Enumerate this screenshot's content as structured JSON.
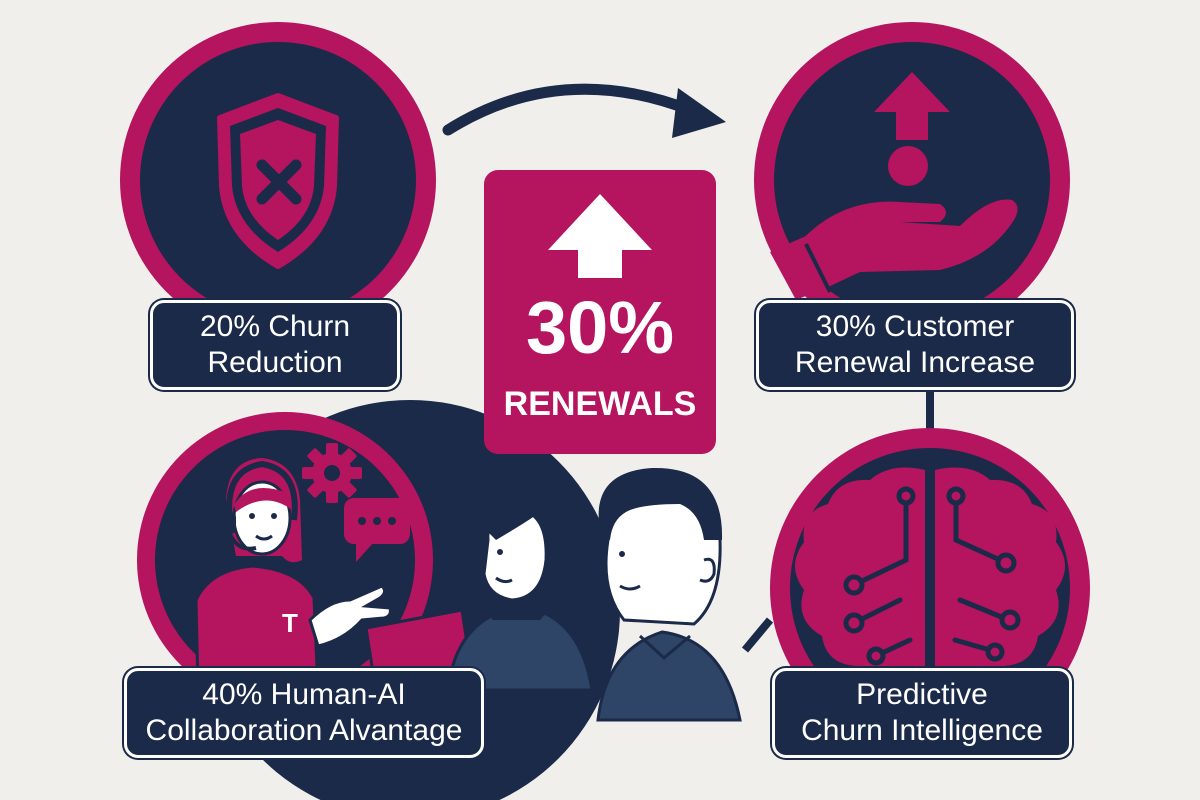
{
  "colors": {
    "magenta": "#b5145e",
    "navy": "#1b2a48",
    "background": "#f1efec",
    "white": "#ffffff"
  },
  "center_card": {
    "percent": "30%",
    "label": "RENEWALS",
    "icon": "up-arrow-icon"
  },
  "panels": {
    "churn_reduction": {
      "icon": "shield-x-icon",
      "line1": "20% Churn",
      "line2": "Reduction"
    },
    "customer_renewal": {
      "icon": "hand-up-arrow-icon",
      "line1": "30% Customer",
      "line2": "Renewal Increase"
    },
    "human_ai": {
      "icon": "support-agent-icon",
      "badge_text": "T",
      "line1": "40% Human-AI",
      "line2": "Collaboration Alvantage"
    },
    "predictive": {
      "icon": "brain-circuit-icon",
      "line1": "Predictive",
      "line2": "Churn Intelligence"
    }
  },
  "connectors": {
    "top_arrow": "curved-arrow-icon"
  }
}
